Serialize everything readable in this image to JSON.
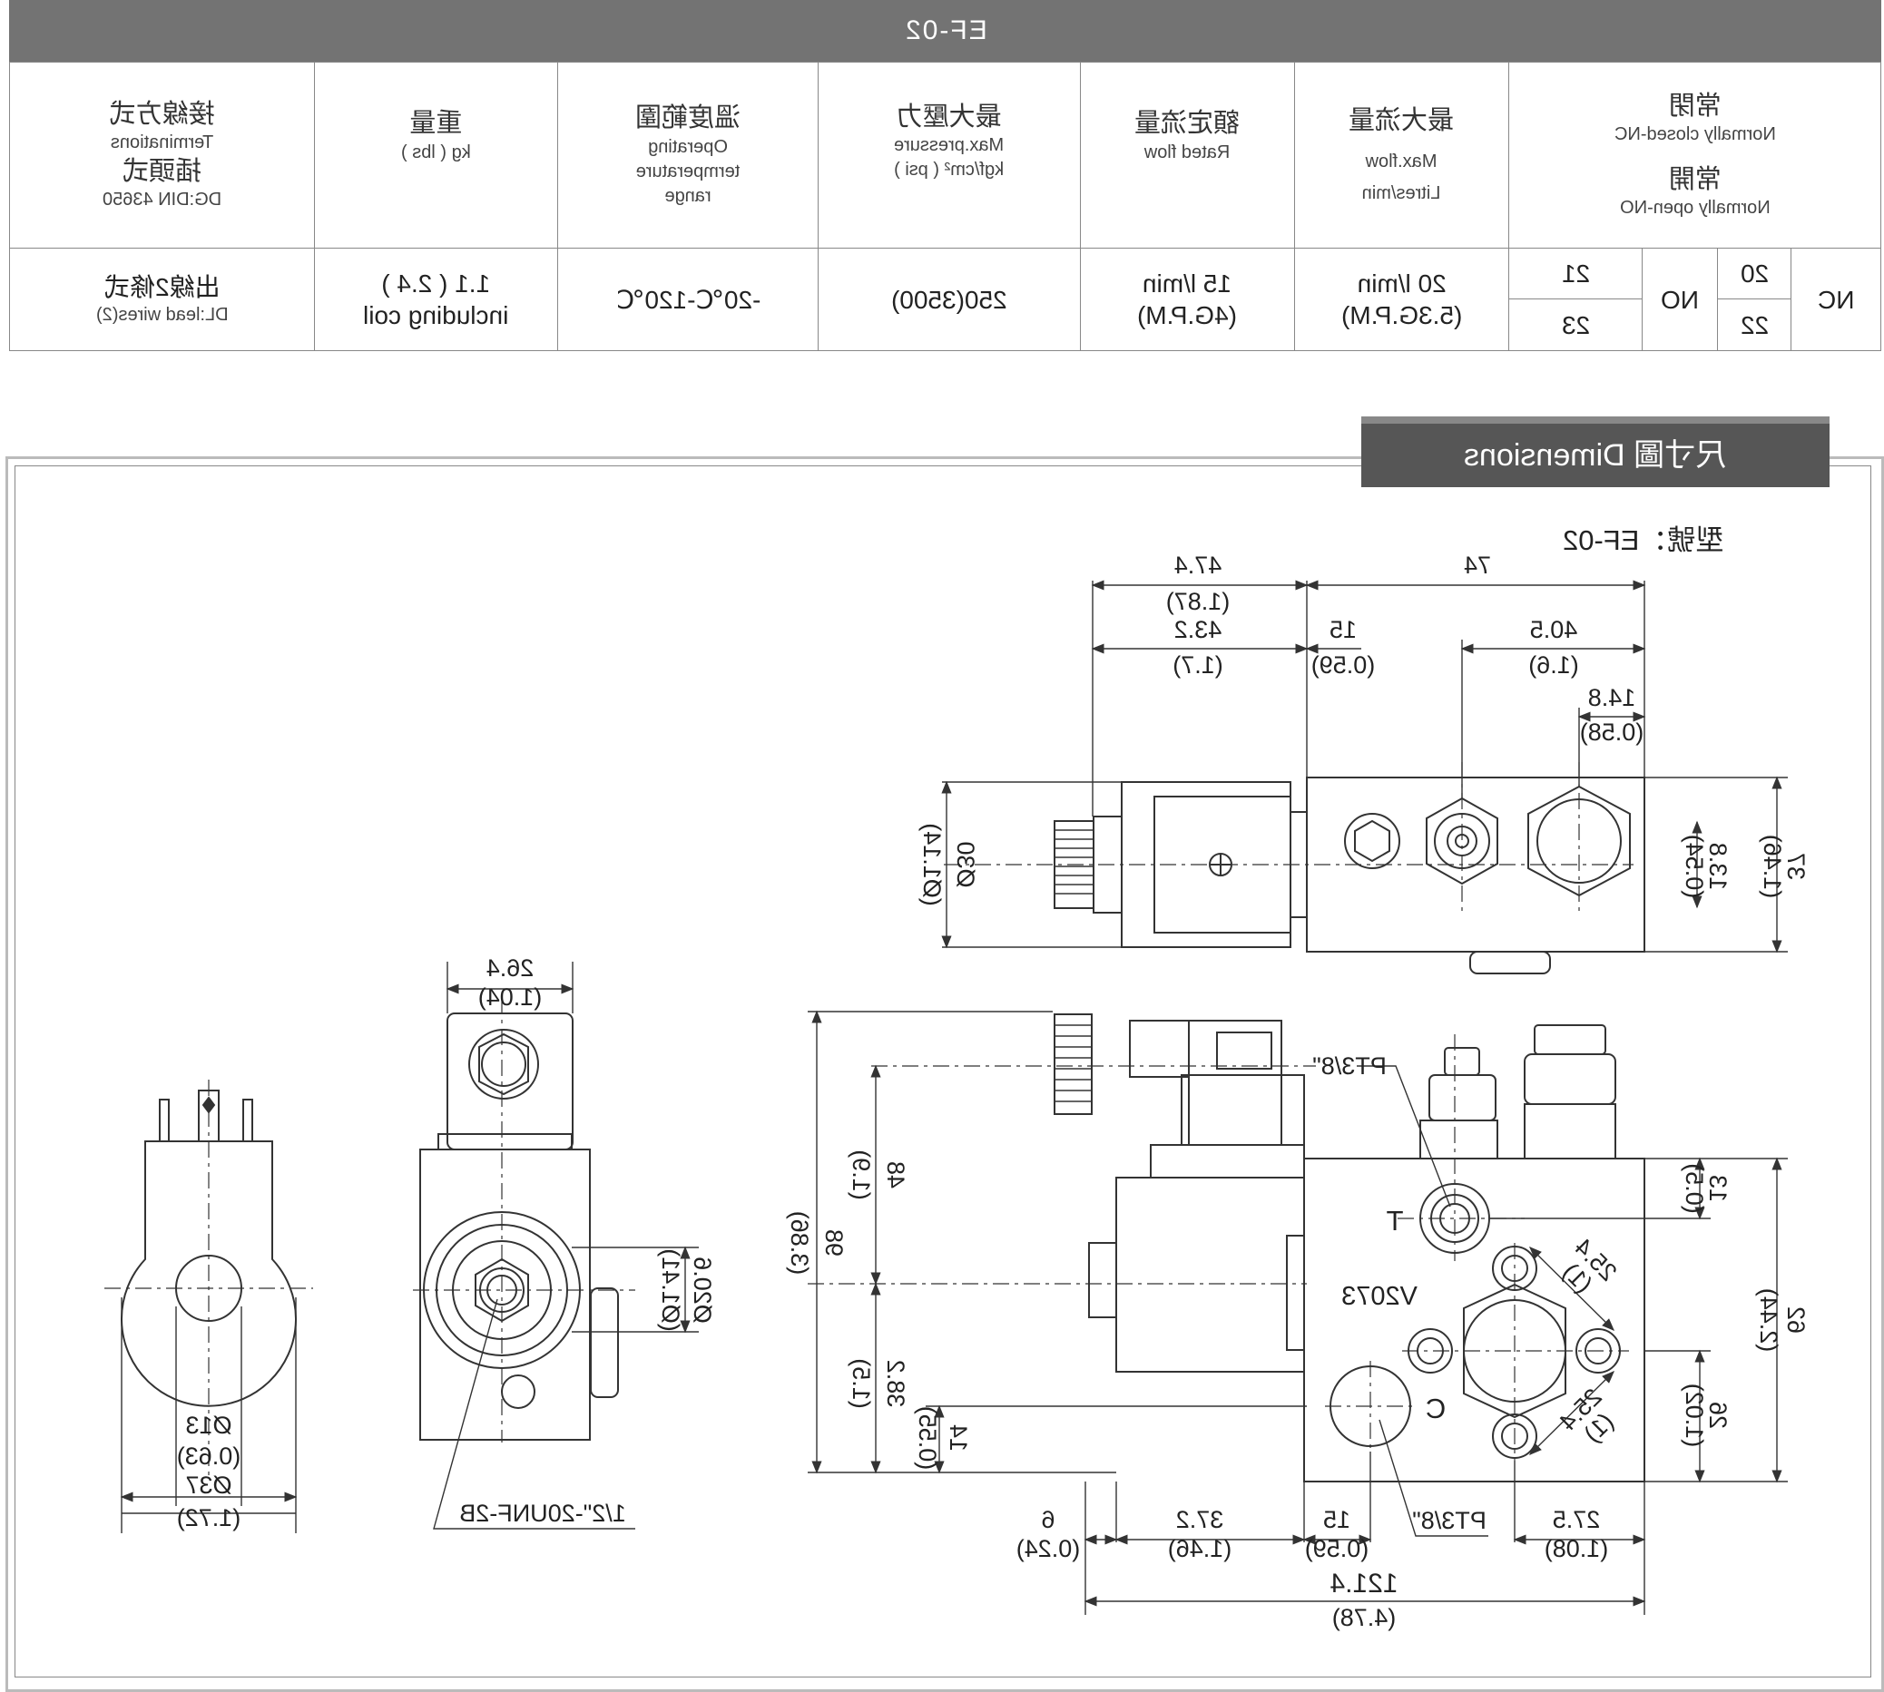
{
  "spec_table": {
    "title": "EF-02",
    "headers": {
      "state_nc_cn": "常閉",
      "state_nc_en": "Normally closed-NC",
      "state_no_cn": "常開",
      "state_no_en": "Normally open-NO",
      "maxflow_cn": "最大流量",
      "maxflow_en1": "Max.flow",
      "maxflow_en2": "Litres/min",
      "rated_cn": "額定流量",
      "rated_en": "Rated flow",
      "pressure_cn": "最大壓力",
      "pressure_en1": "Max.pressure",
      "pressure_en2": "kgf/cm² ( psi )",
      "temp_cn": "溫度範圍",
      "temp_en1": "Operating",
      "temp_en2": "termperature",
      "temp_en3": "range",
      "weight_cn": "重量",
      "weight_en": "kg ( lbs )",
      "term_cn": "接線方式",
      "term_en": "Terminations",
      "plug_cn": "插頭式",
      "plug_en": "DG:DIN 43650"
    },
    "values": {
      "nc": "NC",
      "no": "NO",
      "port_20": "20",
      "port_21": "21",
      "port_22": "22",
      "port_23": "23",
      "maxflow1": "20 l/min",
      "maxflow2": "(5.3G.P.M)",
      "rated1": "15 l/min",
      "rated2": "(4G.P.M)",
      "pressure": "250(3500)",
      "temp": "-20℃-120℃",
      "weight1": "1.1 ( 2.4 )",
      "weight2": "including coil",
      "lead_cn": "出線2條式",
      "lead_en": "DL:lead wires(2)"
    }
  },
  "dimensions": {
    "tab_title": "尺寸圖 Dimensions",
    "model": "型號：EF-02",
    "top_view": {
      "d_474": "47.4",
      "d_474_in": "(1.87)",
      "d_74": "74",
      "d_432": "43.2",
      "d_432_in": "(1.7)",
      "d_15": "15",
      "d_15_in": "(0.59)",
      "d_405": "40.5",
      "d_405_in": "(1.6)",
      "d_148": "14.8",
      "d_148_in": "(0.58)",
      "d_o30": "Ø30",
      "d_o30_in": "(Ø1.14)",
      "d_138": "13.8",
      "d_138_in": "(0.54)",
      "d_37": "37",
      "d_37_in": "(1.46)"
    },
    "coil_view": {
      "d_o13": "Ø13",
      "d_o13_in": "(0.63)",
      "d_o37": "Ø37",
      "d_o37_in": "(1.72)"
    },
    "side_view": {
      "d_264": "26.4",
      "d_264_in": "(1.04)",
      "d_o206": "Ø20.6",
      "d_o206_in": "(Ø1.41)",
      "thread": "1/2\"-20UNF-2B"
    },
    "front_view": {
      "pt_top": "PT3/8\"",
      "pt_bottom": "PT3/8\"",
      "port_t": "T",
      "port_c": "C",
      "marking": "V2073",
      "d_48": "48",
      "d_48_in": "(1.9)",
      "d_98": "98",
      "d_98_in": "(3.86)",
      "d_382": "38.2",
      "d_382_in": "(1.5)",
      "d_14": "14",
      "d_14_in": "(0.55)",
      "d_13": "13",
      "d_13_in": "(0.5)",
      "d_62": "62",
      "d_62_in": "(2.44)",
      "d_26": "26",
      "d_26_in": "(1.02)",
      "d_254a": "25.4",
      "d_254a_in": "(1)",
      "d_254b": "25.4",
      "d_254b_in": "(1)",
      "d_6": "6",
      "d_6_in": "(0.24)",
      "d_372": "37.2",
      "d_372_in": "(1.46)",
      "d_15": "15",
      "d_15_in": "(0.59)",
      "d_275": "27.5",
      "d_275_in": "(1.08)",
      "d_1214": "121.4",
      "d_1214_in": "(4.78)"
    }
  }
}
